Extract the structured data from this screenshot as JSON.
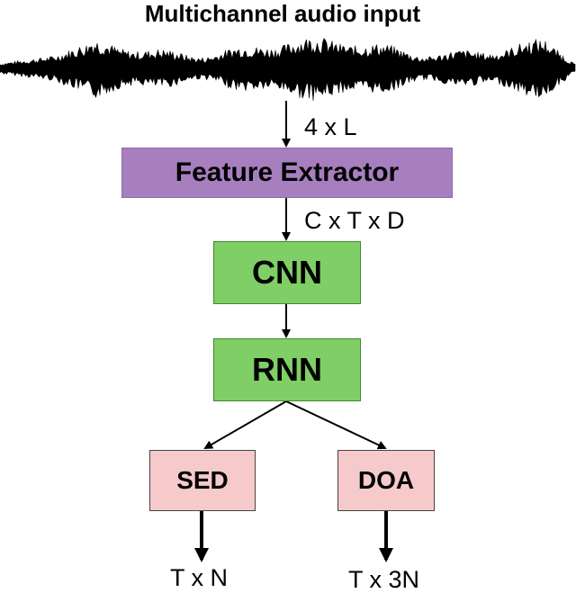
{
  "title": "Multichannel audio input",
  "edges": {
    "input_dim": "4 x L",
    "feature_dim": "C x T x D",
    "sed_out_dim": "T x N",
    "doa_out_dim": "T x 3N"
  },
  "blocks": {
    "feature_extractor": "Feature Extractor",
    "cnn": "CNN",
    "rnn": "RNN",
    "sed": "SED",
    "doa": "DOA"
  },
  "colors": {
    "feature_extractor": "#a77fbf",
    "cnn": "#7fcf66",
    "rnn": "#7fcf66",
    "sed": "#f6caca",
    "doa": "#f6caca",
    "waveform": "#000000"
  },
  "icons": {
    "waveform": "audio-waveform-icon"
  }
}
